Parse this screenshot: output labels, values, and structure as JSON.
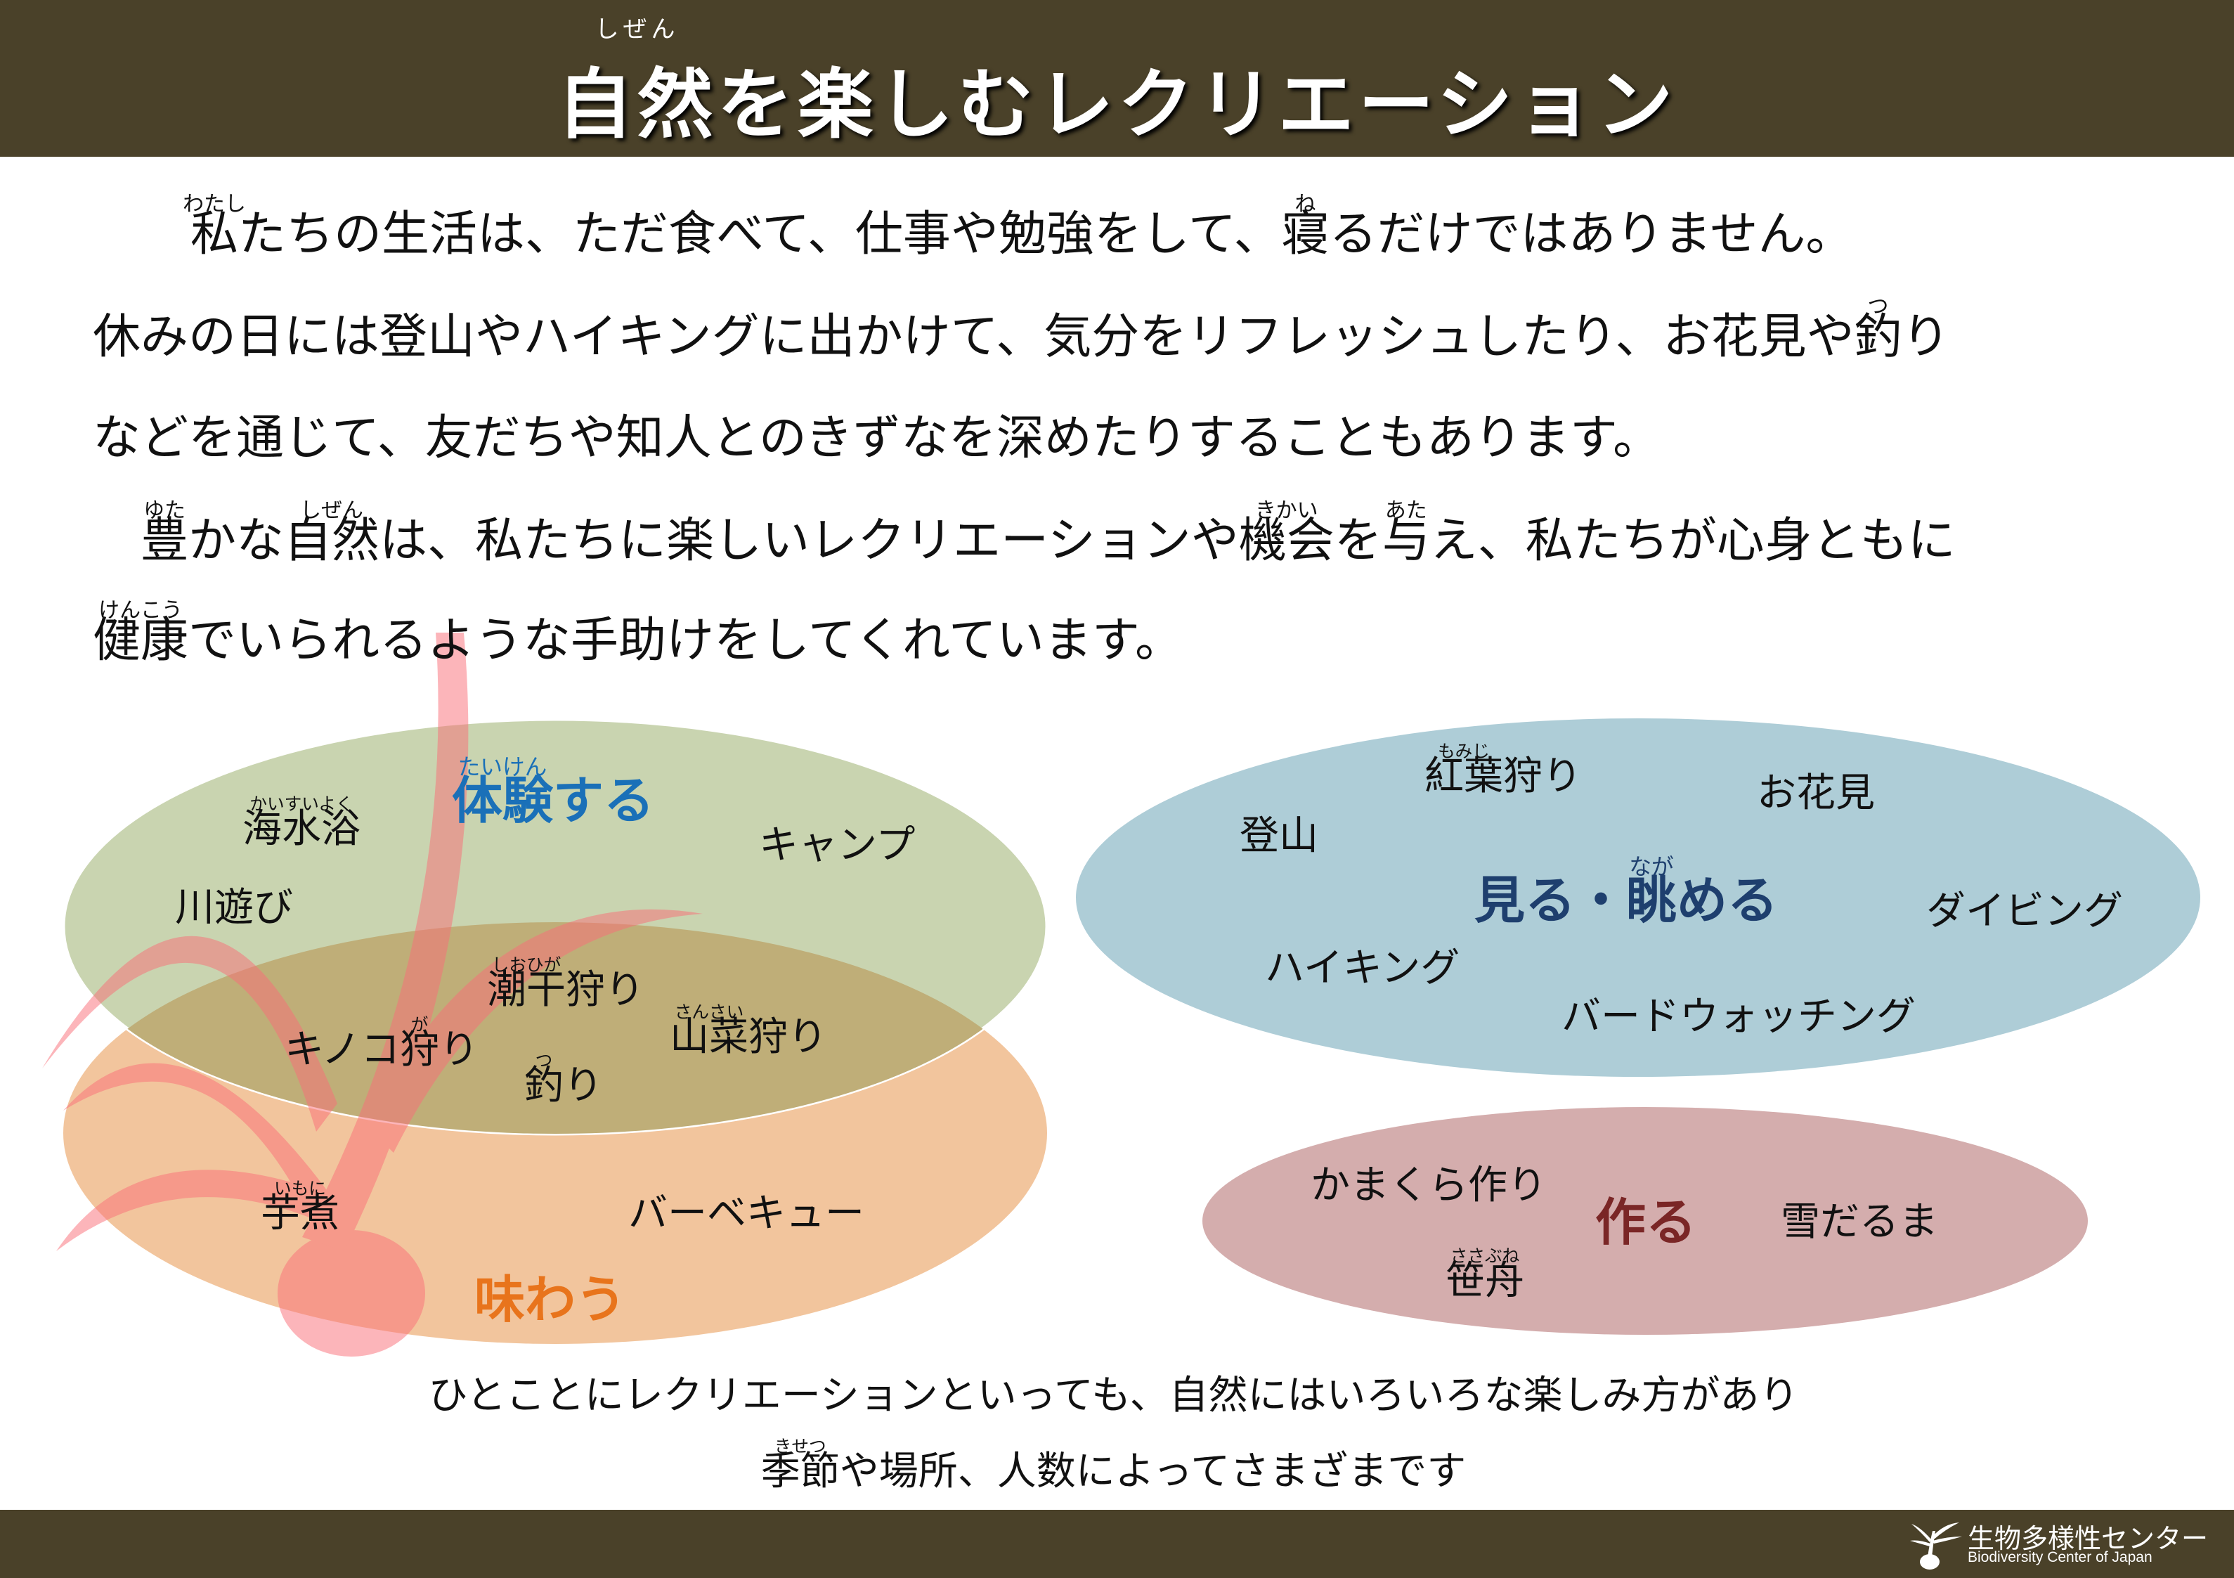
{
  "header": {
    "title": [
      {
        "t": "自然",
        "r": "しぜん"
      },
      {
        "t": "を楽しむレクリエーション"
      }
    ]
  },
  "paragraph": [
    [
      {
        "t": "　"
      },
      {
        "t": "私",
        "r": "わたし"
      },
      {
        "t": "たちの生活は、ただ食べて、仕事や勉強をして、"
      },
      {
        "t": "寝",
        "r": "ね"
      },
      {
        "t": "るだけではありません。"
      }
    ],
    [
      {
        "t": "休みの日には登山やハイキングに出かけて、気分をリフレッシュしたり、お花見や"
      },
      {
        "t": "釣",
        "r": "つ"
      },
      {
        "t": "り"
      }
    ],
    [
      {
        "t": "などを通じて、友だちや知人とのきずなを深めたりすることもあります。"
      }
    ],
    [
      {
        "t": "　"
      },
      {
        "t": "豊",
        "r": "ゆた"
      },
      {
        "t": "かな"
      },
      {
        "t": "自然",
        "r": "しぜん"
      },
      {
        "t": "は、私たちに楽しいレクリエーションや"
      },
      {
        "t": "機会",
        "r": "きかい"
      },
      {
        "t": "を"
      },
      {
        "t": "与",
        "r": "あた"
      },
      {
        "t": "え、私たちが心身ともに"
      }
    ],
    [
      {
        "t": "健康",
        "r": "けんこう"
      },
      {
        "t": "でいられるような手助けをしてくれています。"
      }
    ]
  ],
  "diagram": {
    "colors": {
      "experience": "#c9d4b0",
      "taste": "#f2c59d",
      "overlap": "#bfae78",
      "see": "#aecdd7",
      "make": "#d4adad"
    },
    "items": {
      "kaisuiyoku": [
        {
          "t": "海水浴",
          "r": "かいすいよく"
        }
      ],
      "taiken": [
        {
          "t": "体験",
          "r": "たいけん"
        },
        {
          "t": "する"
        }
      ],
      "camp": [
        {
          "t": "キャンプ"
        }
      ],
      "kawaasobi": [
        {
          "t": "川遊び"
        }
      ],
      "shiohigari": [
        {
          "t": "潮干",
          "r": "しおひが"
        },
        {
          "t": "狩り"
        }
      ],
      "kinokogari": [
        {
          "t": "キノコ"
        },
        {
          "t": "狩",
          "r": "が"
        },
        {
          "t": "り"
        }
      ],
      "tsuri": [
        {
          "t": "釣",
          "r": "つ"
        },
        {
          "t": "り"
        }
      ],
      "sansaigari": [
        {
          "t": "山菜",
          "r": "さんさい"
        },
        {
          "t": "狩り"
        }
      ],
      "imoni": [
        {
          "t": "芋煮",
          "r": "いもに"
        }
      ],
      "bbq": [
        {
          "t": "バーベキュー"
        }
      ],
      "ajiwau": [
        {
          "t": "味わう"
        }
      ],
      "tozan": [
        {
          "t": "登山"
        }
      ],
      "momijigari": [
        {
          "t": "紅葉",
          "r": "もみじ"
        },
        {
          "t": "狩り"
        }
      ],
      "ohanami": [
        {
          "t": "お花見"
        }
      ],
      "miru": [
        {
          "t": "見る・"
        },
        {
          "t": "眺",
          "r": "なが"
        },
        {
          "t": "める"
        }
      ],
      "diving": [
        {
          "t": "ダイビング"
        }
      ],
      "hiking": [
        {
          "t": "ハイキング"
        }
      ],
      "birdwatching": [
        {
          "t": "バードウォッチング"
        }
      ],
      "kamakura": [
        {
          "t": "かまくら作り"
        }
      ],
      "tsukuru": [
        {
          "t": "作る"
        }
      ],
      "yukidaruma": [
        {
          "t": "雪だるま"
        }
      ],
      "sasabune": [
        {
          "t": "笹舟",
          "r": "ささぶね"
        }
      ]
    }
  },
  "bottom": [
    [
      {
        "t": "ひとことにレクリエーションといっても、自然にはいろいろな楽しみ方があり"
      }
    ],
    [
      {
        "t": "季節",
        "r": "きせつ"
      },
      {
        "t": "や場所、人数によってさまざまです"
      }
    ]
  ],
  "watermark": {
    "jp": "生物多様性センター",
    "en": "Biodiversity Center of Japan"
  },
  "footer": {
    "logo_jp": "生物多様性センター",
    "logo_en": "Biodiversity Center of Japan"
  }
}
